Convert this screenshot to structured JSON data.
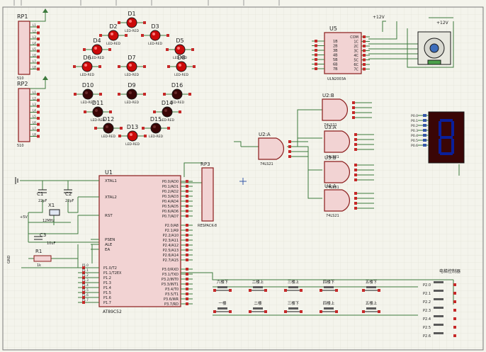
{
  "components": {
    "rp1": "RP1",
    "rp1_val": "510",
    "rp2": "RP2",
    "rp2_val": "510",
    "rp3": "RP3",
    "rp3_type": "RESPACK-8",
    "u1": "U1",
    "u1_part": "AT89C52",
    "u2b": "U2:B",
    "u2b_part": "74LS21",
    "u2a": "U2:A",
    "u2a_part": "74LS21",
    "u3a": "U3:A",
    "u3a_part": "74LS21",
    "u3b": "U3:B",
    "u3b_part": "74LS21",
    "u4a": "U4:A",
    "u4a_part": "74LS21",
    "u5": "U5",
    "u5_part": "ULN2003A",
    "c1": "C1",
    "c1_val": "22pF",
    "c2": "C2",
    "c2_val": "22pF",
    "c3": "C3",
    "c3_val": "10uF",
    "x1": "X1",
    "x1_val": "12MHz",
    "r1": "R1",
    "r1_val": "1k",
    "vplus": "+5V",
    "gnd": "GND",
    "v12a": "+12V",
    "v12b": "+12V",
    "led_part": "LED-RED",
    "lift_title": "电梯控制器"
  },
  "leds": [
    "D1",
    "D2",
    "D3",
    "D4",
    "D5",
    "D6",
    "D7",
    "D8",
    "D9",
    "D10",
    "D11",
    "D12",
    "D13",
    "D14",
    "D15",
    "D16"
  ],
  "u1_left_pins": [
    "XTAL1",
    "XTAL2",
    "RST",
    "PSEN",
    "ALE",
    "EA"
  ],
  "u1_p1_pins": [
    "P1.0/T2",
    "P1.1/T2EX",
    "P1.2",
    "P1.3",
    "P1.4",
    "P1.5",
    "P1.6",
    "P1.7"
  ],
  "u1_p0_pins": [
    "P0.0/AD0",
    "P0.1/AD1",
    "P0.2/AD2",
    "P0.3/AD3",
    "P0.4/AD4",
    "P0.5/AD5",
    "P0.6/AD6",
    "P0.7/AD7"
  ],
  "u1_p2_pins": [
    "P2.0/A8",
    "P2.1/A9",
    "P2.2/A10",
    "P2.3/A11",
    "P2.4/A12",
    "P2.5/A13",
    "P2.6/A14",
    "P2.7/A15"
  ],
  "u1_p3_pins": [
    "P3.0/RXD",
    "P3.1/TXD",
    "P3.2/INT0",
    "P3.3/INT1",
    "P3.4/T0",
    "P3.5/T1",
    "P3.6/WR",
    "P3.7/RD"
  ],
  "u5_in_pins": [
    "1B",
    "2B",
    "3B",
    "4B",
    "5B",
    "6B",
    "7B"
  ],
  "u5_out_pins": [
    "COM",
    "1C",
    "2C",
    "3C",
    "4C",
    "5C",
    "6C",
    "7C"
  ],
  "rp_pins": [
    "L1",
    "L2",
    "L3",
    "L4",
    "L5",
    "L6",
    "L7",
    "L8"
  ],
  "buttons_top": [
    "六楼下",
    "二楼上",
    "三楼上",
    "四楼下",
    "五楼下"
  ],
  "buttons_bottom": [
    "一楼",
    "二楼",
    "三楼下",
    "四楼上",
    "五楼上"
  ],
  "floor_pins": [
    "P2.0",
    "P2.1",
    "P2.2",
    "P2.3",
    "P2.4",
    "P2.5",
    "P2.6"
  ],
  "u1_bottom_pins": [
    "P1.0",
    "P1.1",
    "P1.2",
    "P1.3",
    "P1.4",
    "P1.5",
    "P1.6",
    "P1.7"
  ],
  "segment_pins": [
    "P0.0",
    "P0.1",
    "P0.2",
    "P0.3",
    "P0.4",
    "P0.5",
    "P0.6"
  ]
}
